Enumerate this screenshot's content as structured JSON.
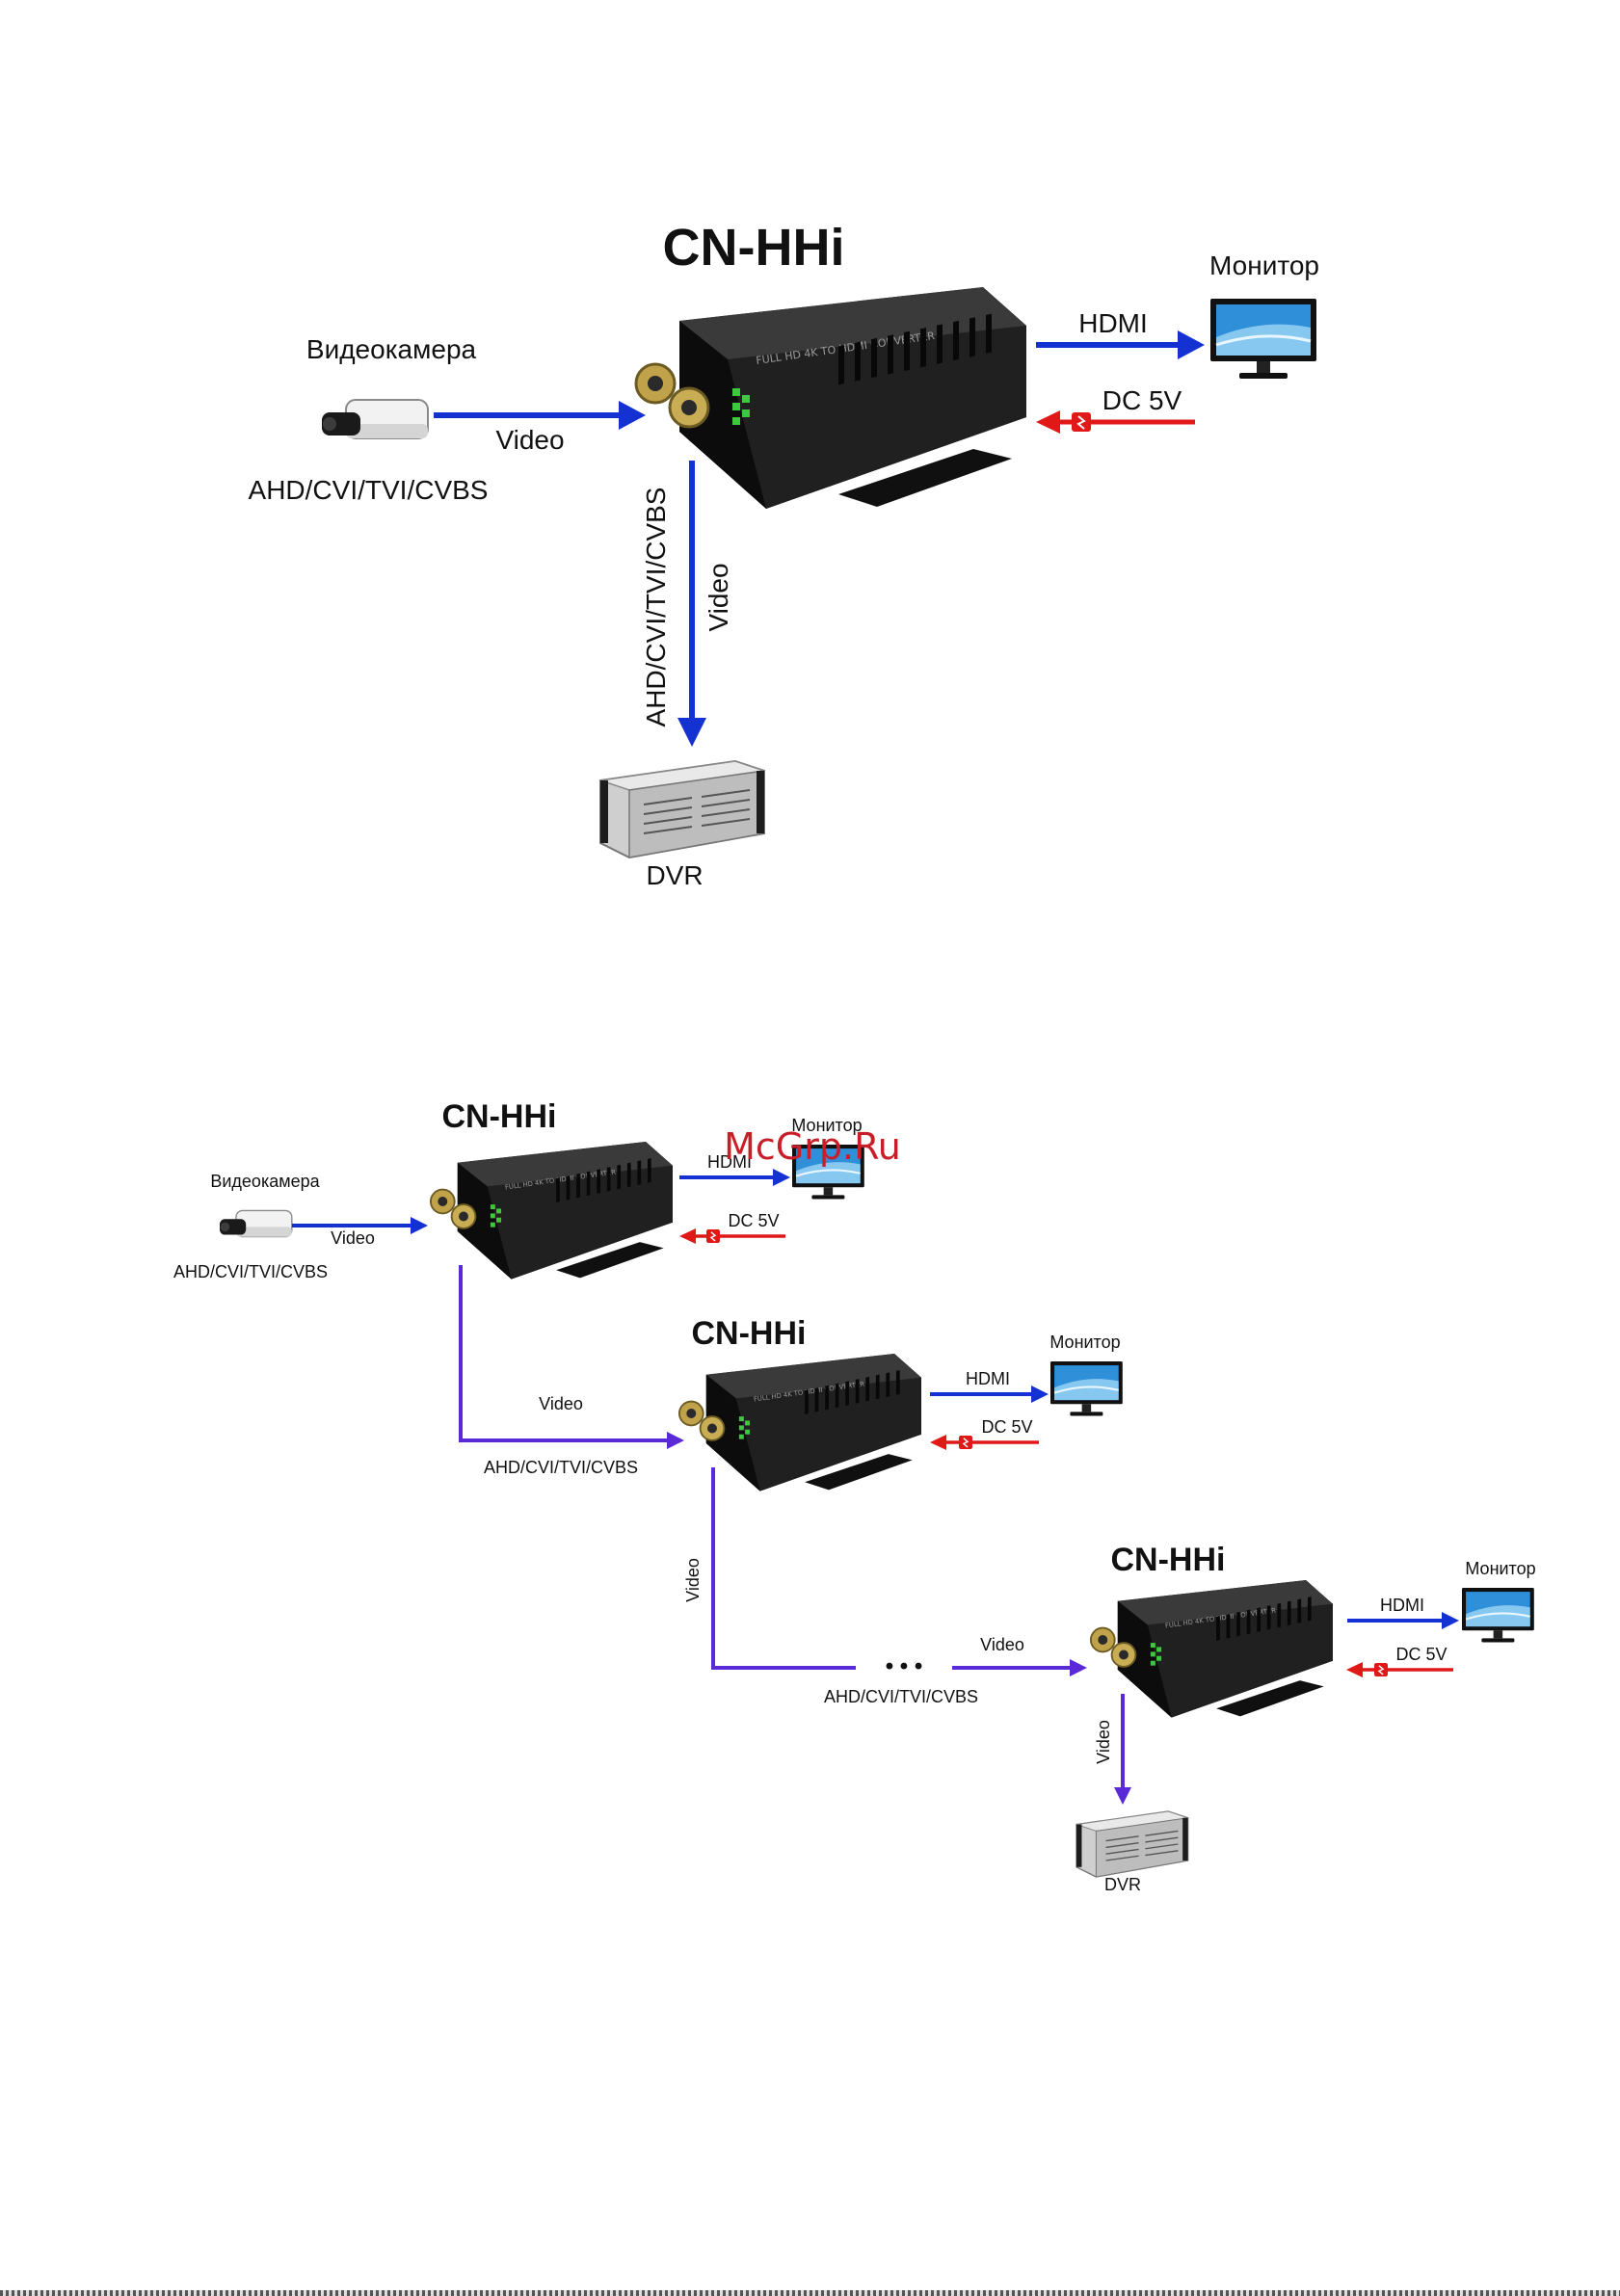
{
  "watermark": "McGrp.Ru",
  "colors": {
    "video_arrow": "#1432d2",
    "chain_arrow": "#5a2ad8",
    "power_arrow": "#e01818",
    "device_body": "#1a1a1a"
  },
  "icons": [
    "converter-device-icon",
    "camera-icon",
    "monitor-icon",
    "dvr-icon",
    "plug-icon"
  ],
  "diagram1": {
    "device": "CN-HHi",
    "camera": "Видеокамера",
    "camera_formats": "AHD/CVI/TVI/CVBS",
    "video_in": "Video",
    "monitor": "Монитор",
    "hdmi": "HDMI",
    "power": "DC 5V",
    "video_out": "Video",
    "out_formats": "AHD/CVI/TVI/CVBS",
    "dvr": "DVR"
  },
  "diagram2": {
    "stages": [
      {
        "device": "CN-HHi",
        "monitor": "Монитор",
        "hdmi": "HDMI",
        "power": "DC 5V"
      },
      {
        "device": "CN-HHi",
        "monitor": "Монитор",
        "hdmi": "HDMI",
        "power": "DC 5V"
      },
      {
        "device": "CN-HHi",
        "monitor": "Монитор",
        "hdmi": "HDMI",
        "power": "DC 5V"
      }
    ],
    "camera": "Видеокамера",
    "camera_formats": "AHD/CVI/TVI/CVBS",
    "video_in": "Video",
    "link1_label": "Video",
    "link1_formats": "AHD/CVI/TVI/CVBS",
    "link2_label": "Video",
    "link3_label": "Video",
    "link3_formats": "AHD/CVI/TVI/CVBS",
    "ellipsis": "• • •",
    "video_out": "Video",
    "dvr": "DVR"
  }
}
